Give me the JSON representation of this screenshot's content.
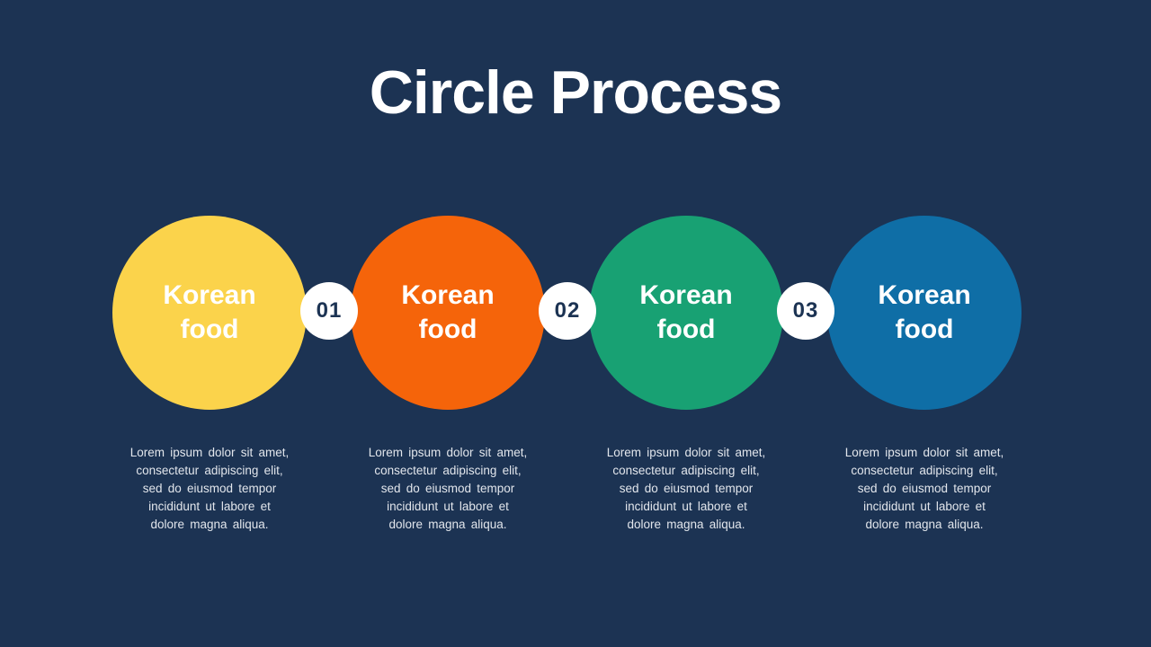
{
  "slide": {
    "title": "Circle Process",
    "background_color": "#1C3353",
    "title_color": "#FFFFFF"
  },
  "steps": [
    {
      "label": "Korean food",
      "color": "#FBD34B",
      "description": "Lorem ipsum dolor sit amet,\nconsectetur adipiscing elit,\nsed do eiusmod tempor\nincididunt ut labore et\ndolore magna aliqua."
    },
    {
      "label": "Korean food",
      "color": "#F5640A",
      "description": "Lorem ipsum dolor sit amet,\nconsectetur adipiscing elit,\nsed do eiusmod tempor\nincididunt ut labore et\ndolore magna aliqua."
    },
    {
      "label": "Korean food",
      "color": "#18A173",
      "description": "Lorem ipsum dolor sit amet,\nconsectetur adipiscing elit,\nsed do eiusmod tempor\nincididunt ut labore et\ndolore magna aliqua."
    },
    {
      "label": "Korean food",
      "color": "#0F6EA6",
      "description": "Lorem ipsum dolor sit amet,\nconsectetur adipiscing elit,\nsed do eiusmod tempor\nincididunt ut labore et\ndolore magna aliqua."
    }
  ],
  "connectors": [
    {
      "number": "01"
    },
    {
      "number": "02"
    },
    {
      "number": "03"
    }
  ]
}
